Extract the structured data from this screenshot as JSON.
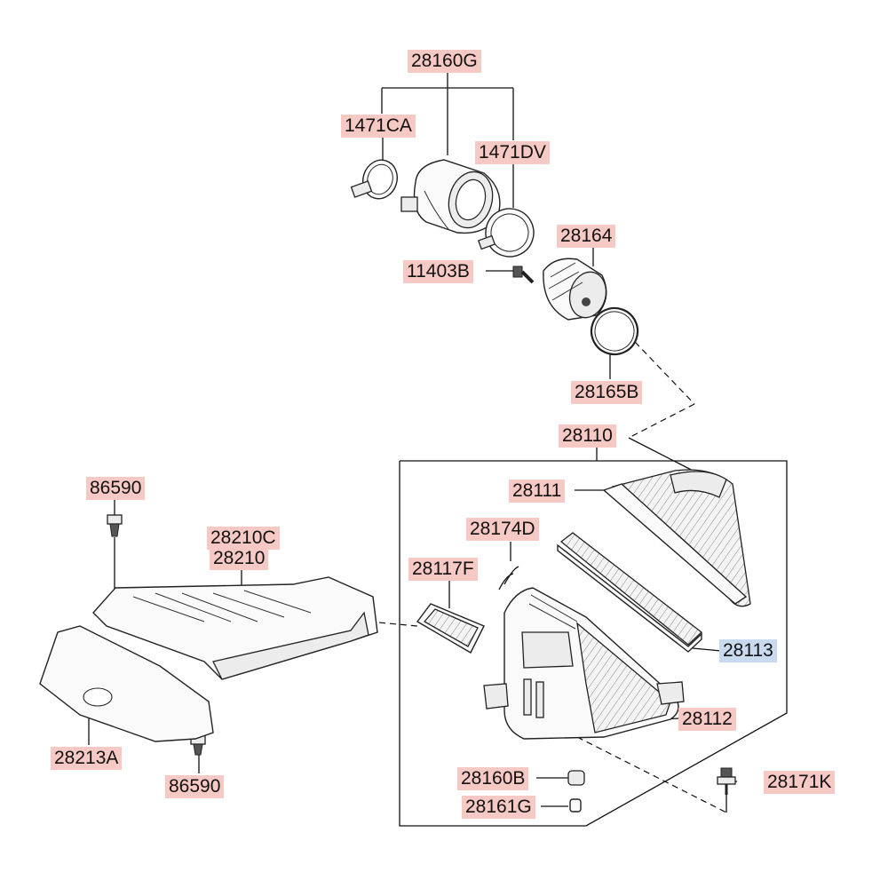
{
  "callouts": [
    {
      "id": "28160G",
      "text": "28160G"
    },
    {
      "id": "1471CA",
      "text": "1471CA"
    },
    {
      "id": "1471DV",
      "text": "1471DV"
    },
    {
      "id": "28164",
      "text": "28164"
    },
    {
      "id": "11403B",
      "text": "11403B"
    },
    {
      "id": "28165B",
      "text": "28165B"
    },
    {
      "id": "28110",
      "text": "28110"
    },
    {
      "id": "28111",
      "text": "28111"
    },
    {
      "id": "28174D",
      "text": "28174D"
    },
    {
      "id": "28117F",
      "text": "28117F"
    },
    {
      "id": "28113",
      "text": "28113"
    },
    {
      "id": "28112",
      "text": "28112"
    },
    {
      "id": "28160B",
      "text": "28160B"
    },
    {
      "id": "28161G",
      "text": "28161G"
    },
    {
      "id": "28171K",
      "text": "28171K"
    },
    {
      "id": "86590a",
      "text": "86590"
    },
    {
      "id": "28210C",
      "text": "28210C"
    },
    {
      "id": "28210",
      "text": "28210"
    },
    {
      "id": "28213A",
      "text": "28213A"
    },
    {
      "id": "86590b",
      "text": "86590"
    }
  ],
  "colors": {
    "label_fill": "#f7c9c5",
    "label_highlight_fill": "#c9d9ee"
  }
}
